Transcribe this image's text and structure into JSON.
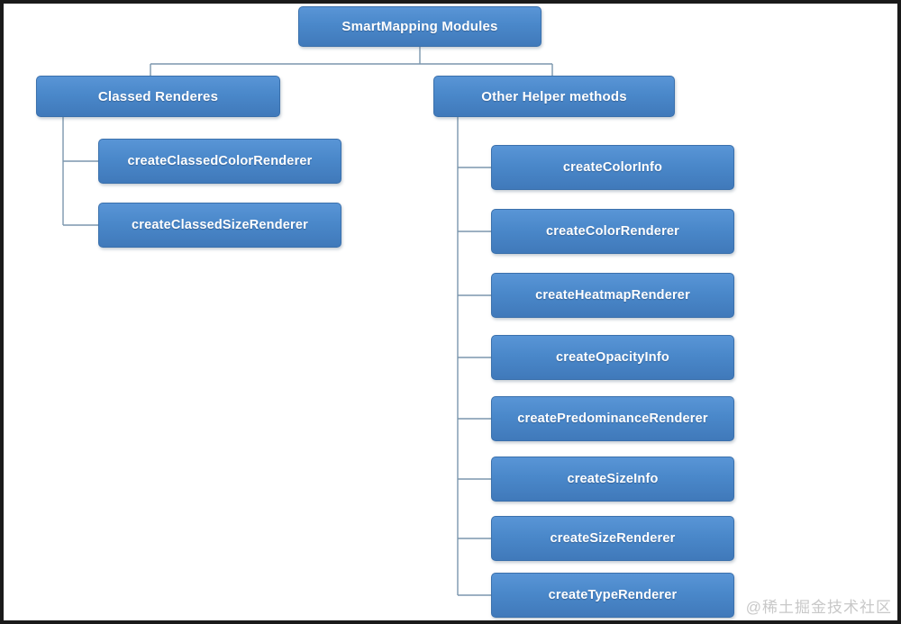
{
  "diagram": {
    "root": {
      "label": "SmartMapping Modules"
    },
    "branches": [
      {
        "label": "Classed Renderes",
        "children": [
          {
            "label": "createClassedColorRenderer"
          },
          {
            "label": "createClassedSizeRenderer"
          }
        ]
      },
      {
        "label": "Other Helper methods",
        "children": [
          {
            "label": "createColorInfo"
          },
          {
            "label": "createColorRenderer"
          },
          {
            "label": "createHeatmapRenderer"
          },
          {
            "label": "createOpacityInfo"
          },
          {
            "label": "createPredominanceRenderer"
          },
          {
            "label": "createSizeInfo"
          },
          {
            "label": "createSizeRenderer"
          },
          {
            "label": "createTypeRenderer"
          }
        ]
      }
    ]
  },
  "watermark": {
    "text": "@稀土掘金技术社区"
  },
  "colors": {
    "node_fill_top": "#5995d6",
    "node_fill_bottom": "#4079ba",
    "node_border": "#3a70ac",
    "node_text": "#ffffff",
    "connector": "#7b96ad",
    "frame_border": "#1a1a1a",
    "background": "#ffffff",
    "watermark_text": "#c8c8c8"
  }
}
